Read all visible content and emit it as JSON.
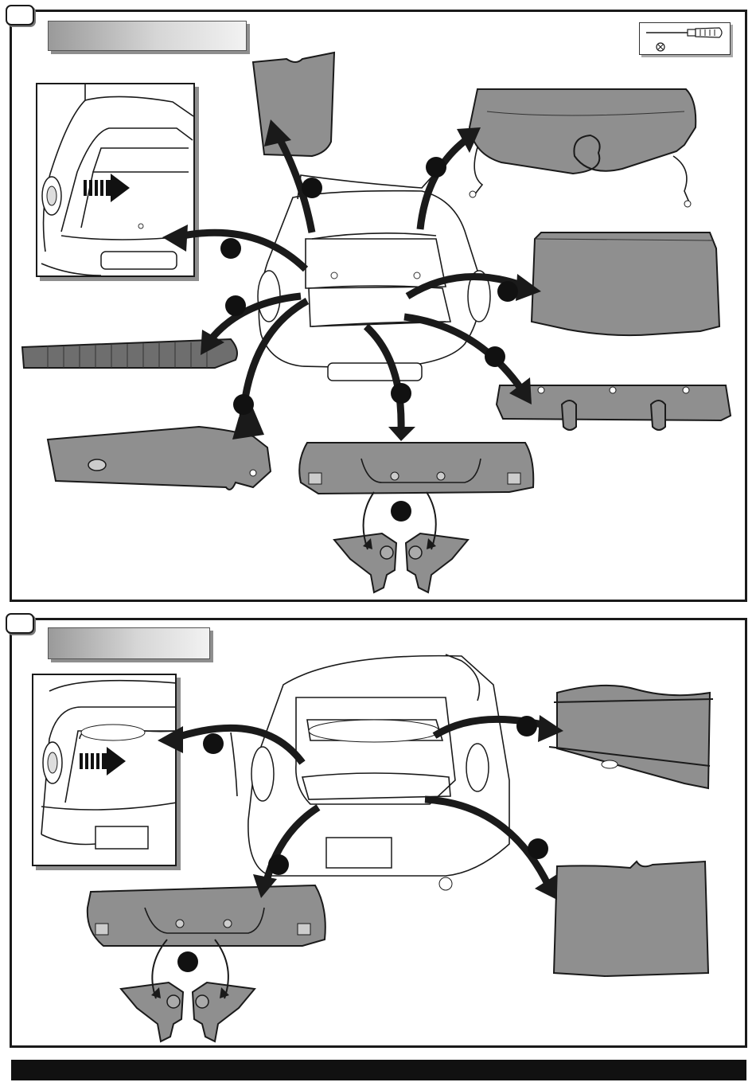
{
  "sections": [
    {
      "id": "step-1",
      "step_number": "",
      "title": "",
      "tool": "screwdriver"
    },
    {
      "id": "step-2",
      "step_number": "",
      "title": ""
    }
  ],
  "icons": {
    "tool": "screwdriver-icon",
    "screw": "phillips-screw-icon",
    "direction": "striped-arrow-icon"
  },
  "colors": {
    "part_fill": "#8f8f8f",
    "outline": "#1a1a1a",
    "footer": "#111111"
  }
}
